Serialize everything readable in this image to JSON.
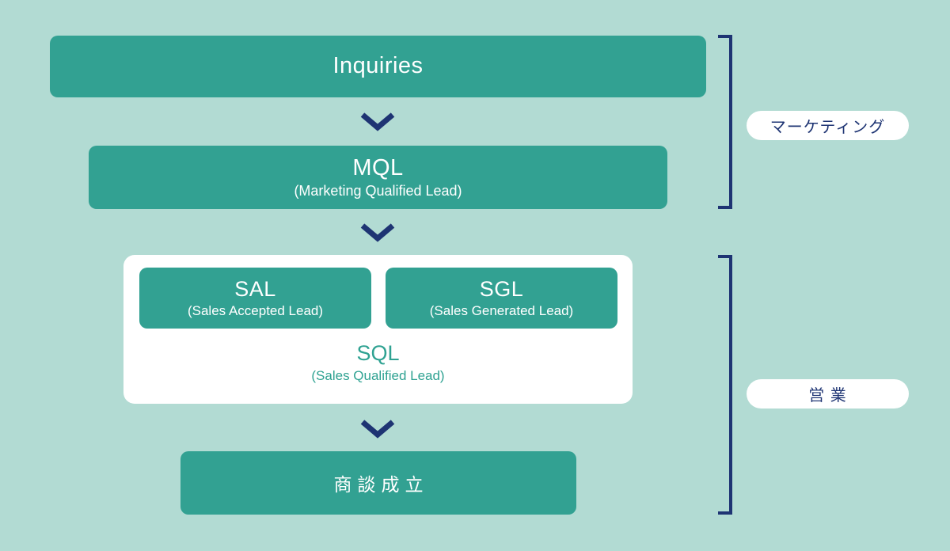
{
  "colors": {
    "background": "#b2dbd3",
    "box_teal": "#32a192",
    "navy": "#1e3473",
    "panel_white": "#ffffff",
    "sql_text_teal": "#2fa292"
  },
  "flow": {
    "inquiries": {
      "title": "Inquiries"
    },
    "mql": {
      "title": "MQL",
      "subtitle": "(Marketing Qualified Lead)"
    },
    "sql_group": {
      "sal": {
        "title": "SAL",
        "subtitle": "(Sales Accepted Lead)"
      },
      "sgl": {
        "title": "SGL",
        "subtitle": "(Sales Generated Lead)"
      },
      "sql": {
        "title": "SQL",
        "subtitle": "(Sales Qualified Lead)"
      }
    },
    "deal": {
      "title": "商談成立"
    }
  },
  "labels": {
    "marketing": "マーケティング",
    "sales": "営 業"
  }
}
